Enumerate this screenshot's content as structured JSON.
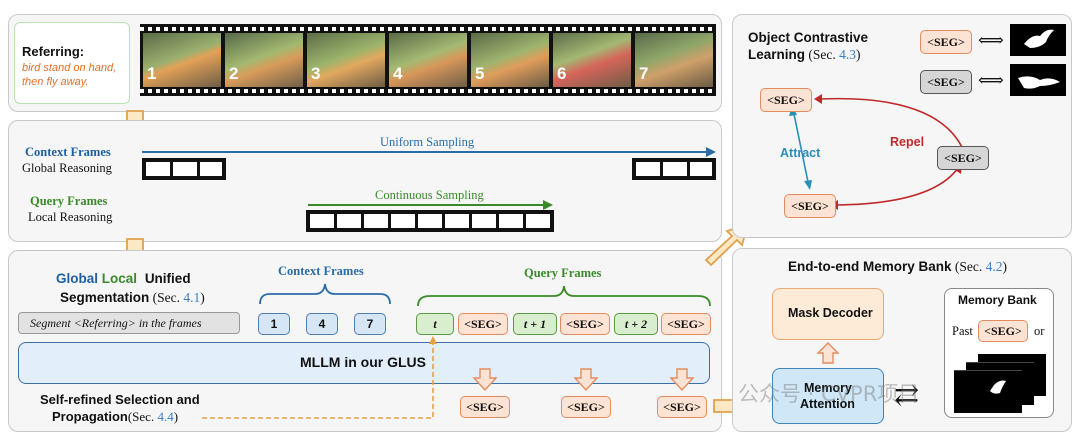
{
  "referring": {
    "title": "Referring:",
    "text_line1": "bird stand on hand,",
    "text_line2": "then fly away.",
    "frame_numbers": [
      "1",
      "2",
      "3",
      "4",
      "5",
      "6",
      "7"
    ]
  },
  "sampling": {
    "context_title": "Context Frames",
    "context_sub": "Global Reasoning",
    "uniform_label": "Uniform Sampling",
    "query_title": "Query Frames",
    "query_sub": "Local Reasoning",
    "continuous_label": "Continuous Sampling"
  },
  "unified": {
    "title_global": "Global",
    "title_local": "Local",
    "title_unified": "Unified",
    "title_line2": "Segmentation",
    "sec_prefix": "(Sec. ",
    "sec_num": "4.1",
    "sec_suffix": ")",
    "prompt": "Segment <Referring> in the frames",
    "context_label": "Context Frames",
    "context_indices": [
      "1",
      "4",
      "7"
    ],
    "query_label": "Query Frames",
    "query_tokens": [
      "t",
      "<SEG>",
      "t + 1",
      "<SEG>",
      "t + 2",
      "<SEG>"
    ],
    "mllm_label": "MLLM in our GLUS",
    "refine_line1": "Self-refined Selection and",
    "refine_line2": "Propagation",
    "refine_sec_prefix": "(Sec. ",
    "refine_sec_num": "4.4",
    "refine_sec_suffix": ")",
    "out_seg": [
      "<SEG>",
      "<SEG>",
      "<SEG>"
    ]
  },
  "contrastive": {
    "title_line1": "Object Contrastive",
    "title_line2": "Learning",
    "sec_prefix": "(Sec. ",
    "sec_num": "4.3",
    "sec_suffix": ")",
    "seg": "<SEG>",
    "arrow_symbol": "⟺",
    "attract": "Attract",
    "repel": "Repel"
  },
  "memory": {
    "title": "End-to-end Memory Bank",
    "sec_prefix": "(Sec. ",
    "sec_num": "4.2",
    "sec_suffix": ")",
    "mask_decoder": "Mask Decoder",
    "memory_attention_line1": "Memory",
    "memory_attention_line2": "Attention",
    "bank_title": "Memory Bank",
    "past": "Past",
    "seg": "<SEG>",
    "or": "or",
    "swap_symbol": "⇄"
  },
  "watermark": "公众号 · CVPR项目"
}
